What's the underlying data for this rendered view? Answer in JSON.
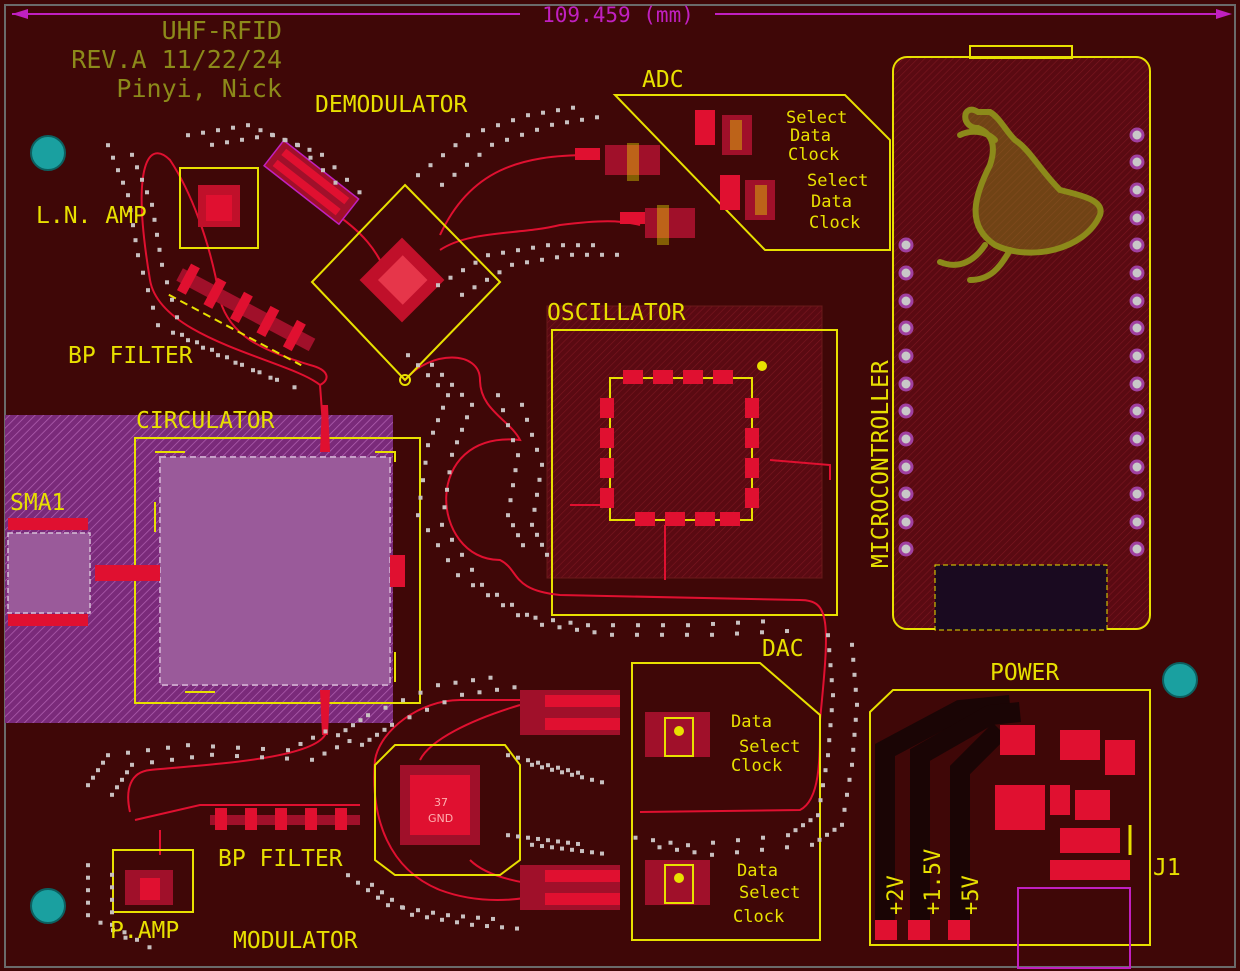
{
  "dimension": {
    "text": "109.459 (mm)"
  },
  "title_block": {
    "line1": "UHF-RFID",
    "line2": "REV.A 11/22/24",
    "line3": "Pinyi, Nick"
  },
  "labels": {
    "demodulator": "DEMODULATOR",
    "adc": "ADC",
    "ln_amp": "L.N. AMP",
    "bp_filter_top": "BP FILTER",
    "circulator": "CIRCULATOR",
    "sma1": "SMA1",
    "oscillator": "OSCILLATOR",
    "microcontroller": "MICROCONTROLLER",
    "dac": "DAC",
    "power": "POWER",
    "j1": "J1",
    "bp_filter_bottom": "BP FILTER",
    "p_amp": "P.AMP",
    "modulator": "MODULATOR",
    "v2": "+2V",
    "v15": "+1.5V",
    "v5": "+5V",
    "pad_37": "37",
    "pad_gnd": "GND"
  },
  "adc_pins": [
    {
      "a": "Select",
      "b": "Data",
      "c": "Clock"
    },
    {
      "a": "Select",
      "b": "Data",
      "c": "Clock"
    }
  ],
  "dac_pins": [
    {
      "a": "Data",
      "b": "Select",
      "c": "Clock"
    },
    {
      "a": "Data",
      "b": "Select",
      "c": "Clock"
    }
  ],
  "colors": {
    "board": "#3f0707",
    "copper": "#e01030",
    "silkscreen": "#e8e000",
    "dimension": "#c020c0",
    "via": "#b8b0b0",
    "mounting_hole": "#1aa0a0"
  }
}
